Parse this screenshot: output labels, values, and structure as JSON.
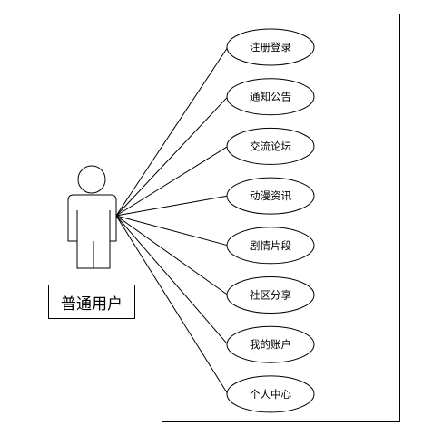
{
  "actor": {
    "label": "普通用户"
  },
  "use_cases": [
    {
      "label": "注册登录"
    },
    {
      "label": "通知公告"
    },
    {
      "label": "交流论坛"
    },
    {
      "label": "动漫资讯"
    },
    {
      "label": "剧情片段"
    },
    {
      "label": "社区分享"
    },
    {
      "label": "我的账户"
    },
    {
      "label": "个人中心"
    }
  ]
}
